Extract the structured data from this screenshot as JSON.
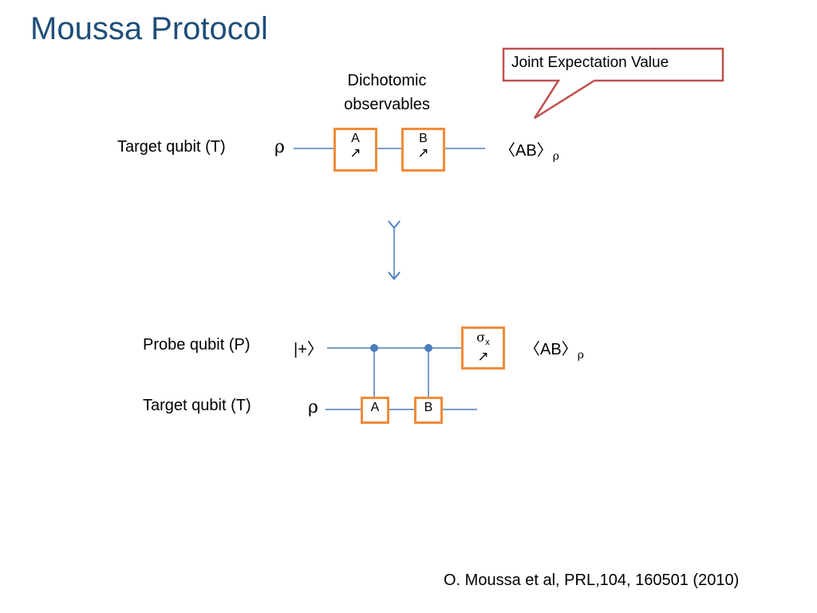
{
  "title": "Moussa Protocol",
  "callout": {
    "text": "Joint Expectation Value"
  },
  "top_circuit": {
    "dichotomic_line1": "Dichotomic",
    "dichotomic_line2": "observables",
    "qubit_label": "Target qubit (T)",
    "input_state": "ρ",
    "gate_a": "A",
    "gate_b": "B",
    "output_main": "〈AB〉",
    "output_sub": "ρ"
  },
  "bottom_circuit": {
    "probe_label": "Probe qubit (P)",
    "probe_state": "|+〉",
    "target_label": "Target qubit (T)",
    "target_state": "ρ",
    "gate_a": "A",
    "gate_b": "B",
    "gate_sigma": "σ",
    "gate_sigma_sub": "x",
    "output_main": "〈AB〉",
    "output_sub": "ρ"
  },
  "meter_symbol": "↗",
  "citation": "O. Moussa et al, PRL,104, 160501 (2010)",
  "colors": {
    "title": "#1f4e79",
    "wire": "#4a7ebb",
    "gate_border": "#f08c3a",
    "callout_border": "#c0504d",
    "control_dot": "#4a7ebb"
  }
}
